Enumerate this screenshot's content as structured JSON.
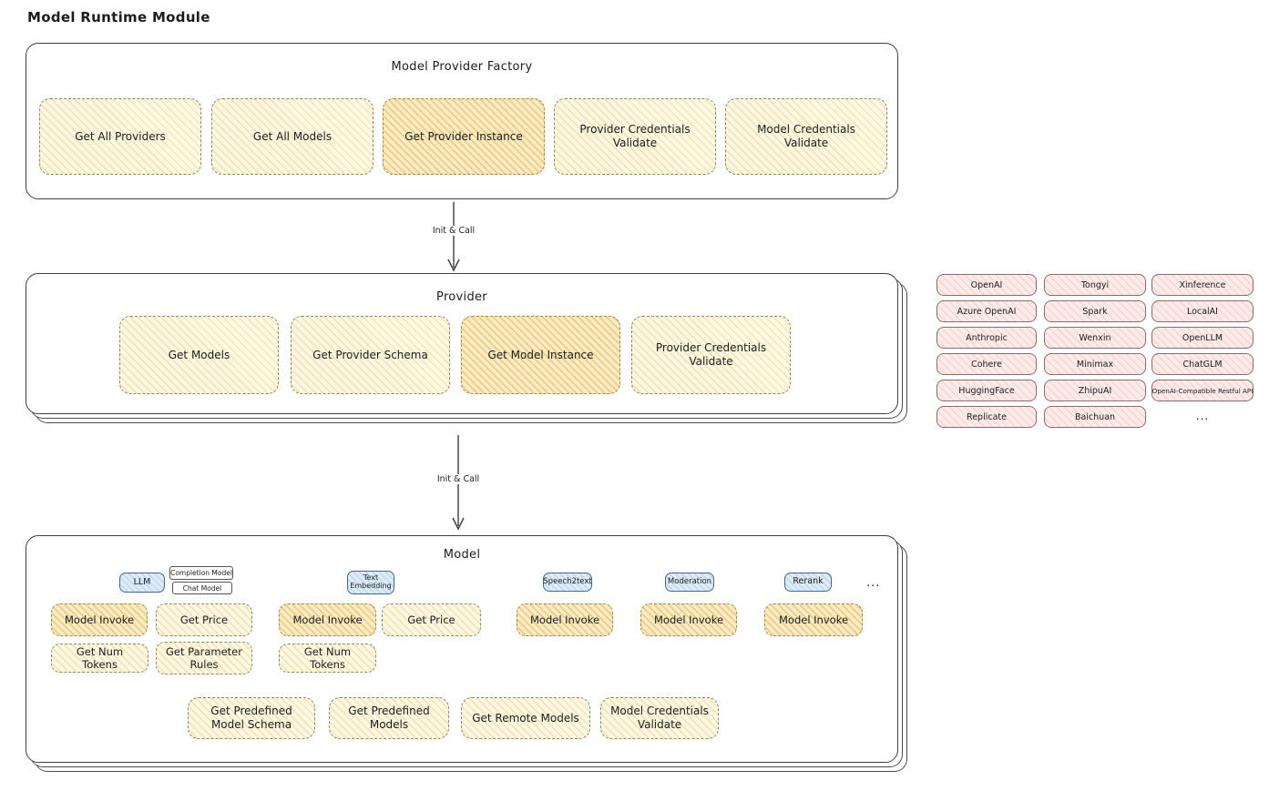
{
  "page_title": "Model Runtime Module",
  "colors": {
    "yellow_chip": "#fdf8e2",
    "orange_chip": "#f9ecc4",
    "pink_box": "#fcebe9",
    "blue_tag": "#ddecf8",
    "stroke": "#3f3f3f"
  },
  "factory": {
    "title": "Model Provider Factory",
    "items": [
      {
        "label": "Get All Providers"
      },
      {
        "label": "Get All Models"
      },
      {
        "label": "Get Provider Instance"
      },
      {
        "label": "Provider Credentials Validate"
      },
      {
        "label": "Model Credentials Validate"
      }
    ]
  },
  "arrow1": {
    "label": "Init & Call"
  },
  "arrow2": {
    "label": "Init & Call"
  },
  "provider": {
    "title": "Provider",
    "items": [
      {
        "label": "Get Models"
      },
      {
        "label": "Get Provider Schema"
      },
      {
        "label": "Get Model Instance"
      },
      {
        "label": "Provider Credentials Validate"
      }
    ]
  },
  "providers_list": {
    "col1": [
      "OpenAI",
      "Azure OpenAI",
      "Anthropic",
      "Cohere",
      "HuggingFace",
      "Replicate"
    ],
    "col2": [
      "Tongyi",
      "Spark",
      "Wenxin",
      "Minimax",
      "ZhipuAI",
      "Baichuan"
    ],
    "col3": [
      "Xinference",
      "LocalAI",
      "OpenLLM",
      "ChatGLM",
      "OpenAI-Compatible Restful API"
    ],
    "more": "..."
  },
  "model": {
    "title": "Model",
    "tags": {
      "llm": "LLM",
      "completion_model": "Completion Model",
      "chat_model": "Chat Model",
      "text_embedding": "Text Embedding",
      "speech2text": "Speech2text",
      "moderation": "Moderation",
      "rerank": "Rerank",
      "more": "..."
    },
    "ops": {
      "llm_invoke": "Model Invoke",
      "llm_get_price": "Get Price",
      "llm_get_num_tokens": "Get Num Tokens",
      "llm_get_parameter_rules": "Get Parameter Rules",
      "embedding_invoke": "Model Invoke",
      "embedding_get_price": "Get Price",
      "embedding_get_num_tokens": "Get Num Tokens",
      "speech2text_invoke": "Model Invoke",
      "moderation_invoke": "Model Invoke",
      "rerank_invoke": "Model Invoke"
    },
    "bottom": [
      {
        "label": "Get Predefined Model Schema"
      },
      {
        "label": "Get Predefined Models"
      },
      {
        "label": "Get Remote Models"
      },
      {
        "label": "Model Credentials Validate"
      }
    ]
  }
}
